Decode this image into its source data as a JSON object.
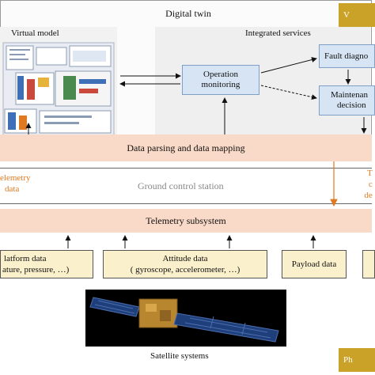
{
  "digital_twin": {
    "title": "Digital twin",
    "tag": "V",
    "virtual_model_title": "Virtual model",
    "integrated_services_title": "Integrated services",
    "operation_monitoring": "Operation monitoring",
    "fault_diagnosis": "Fault diagno",
    "maintenance_line1": "Maintenan",
    "maintenance_line2": "decision"
  },
  "data_parsing": {
    "label": "Data parsing and data mapping"
  },
  "ground_station": {
    "label": "Ground control station",
    "left_note_line1": "elemetry",
    "left_note_line2": "data",
    "right_note_line1": "T",
    "right_note_line2": "c",
    "right_note_line3": "de"
  },
  "telemetry": {
    "label": "Telemetry subsystem"
  },
  "data_boxes": {
    "platform_line1": "latform data",
    "platform_line2": "ature, pressure, …)",
    "attitude_line1": "Attitude data",
    "attitude_line2": "( gyroscope, accelerometer, …)",
    "payload": "Payload data"
  },
  "satellite": {
    "label": "Satellite systems",
    "tag": "Ph"
  },
  "colors": {
    "accent_orange": "#e07a22",
    "gold": "#c9a227",
    "peach": "#f9d9c7",
    "blue": "#d6e4f3",
    "yellow": "#fbf0cc"
  }
}
